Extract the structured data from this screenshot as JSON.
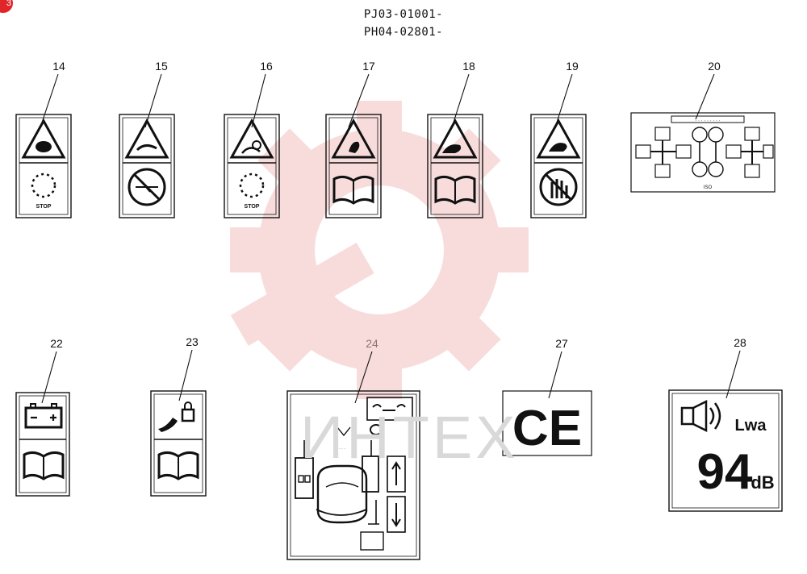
{
  "header": {
    "line1": "PJ03-01001-",
    "line2": "PH04-02801-"
  },
  "corner_badge": "3",
  "watermark_text": "ИНТЕХ",
  "colors": {
    "ink": "#111111",
    "watermark_red": "#f4c0c0",
    "badge": "#e0262b"
  },
  "callouts": {
    "n14": "14",
    "n15": "15",
    "n16": "16",
    "n17": "17",
    "n18": "18",
    "n19": "19",
    "n20": "20",
    "n22": "22",
    "n23": "23",
    "n24": "24",
    "n27": "27",
    "n28": "28"
  },
  "decal_text": {
    "stop": "STOP",
    "iso": "ISO",
    "ce": "CE",
    "lwa": "Lwa",
    "db_value": "94",
    "db_unit": "dB"
  }
}
